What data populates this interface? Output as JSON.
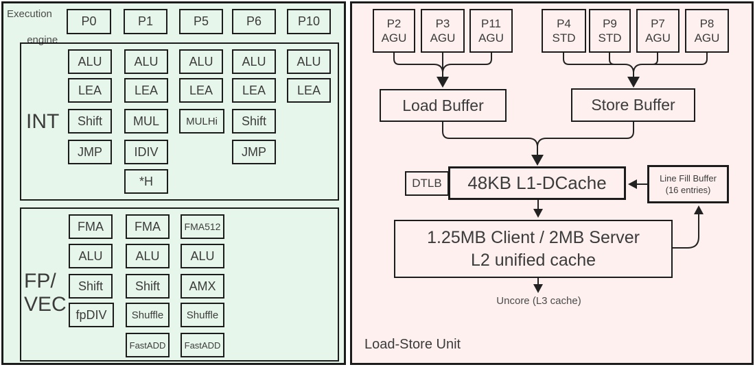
{
  "colors": {
    "left_bg": "#e7f6ea",
    "right_bg": "#fdf0ef",
    "border": "#1b1b1b",
    "text": "#3b3b3b"
  },
  "left_panel": {
    "title_line1": "Execution",
    "title_line2": "engine",
    "ports": [
      "P0",
      "P1",
      "P5",
      "P6",
      "P10"
    ],
    "int_block": {
      "label": "INT",
      "columns": [
        [
          "ALU",
          "LEA",
          "Shift",
          "JMP"
        ],
        [
          "ALU",
          "LEA",
          "MUL",
          "IDIV",
          "*H"
        ],
        [
          "ALU",
          "LEA",
          "MULHi"
        ],
        [
          "ALU",
          "LEA",
          "Shift",
          "JMP"
        ],
        [
          "ALU",
          "LEA"
        ]
      ]
    },
    "fp_block": {
      "label_line1": "FP/",
      "label_line2": "VEC",
      "columns": [
        [
          "FMA",
          "ALU",
          "Shift",
          "fpDIV"
        ],
        [
          "FMA",
          "ALU",
          "Shift",
          "Shuffle",
          "FastADD"
        ],
        [
          "FMA512",
          "ALU",
          "AMX",
          "Shuffle",
          "FastADD"
        ]
      ]
    }
  },
  "right_panel": {
    "label": "Load-Store Unit",
    "load_ports": [
      {
        "port": "P2",
        "unit": "AGU"
      },
      {
        "port": "P3",
        "unit": "AGU"
      },
      {
        "port": "P11",
        "unit": "AGU"
      }
    ],
    "store_ports": [
      {
        "port": "P4",
        "unit": "STD"
      },
      {
        "port": "P9",
        "unit": "STD"
      },
      {
        "port": "P7",
        "unit": "AGU"
      },
      {
        "port": "P8",
        "unit": "AGU"
      }
    ],
    "load_buffer": "Load Buffer",
    "store_buffer": "Store Buffer",
    "dtlb": "DTLB",
    "l1_cache": "48KB L1-DCache",
    "line_fill_buffer_line1": "Line Fill Buffer",
    "line_fill_buffer_line2": "(16 entries)",
    "l2_cache_line1": "1.25MB Client / 2MB Server",
    "l2_cache_line2": "L2 unified cache",
    "uncore": "Uncore (L3 cache)"
  }
}
